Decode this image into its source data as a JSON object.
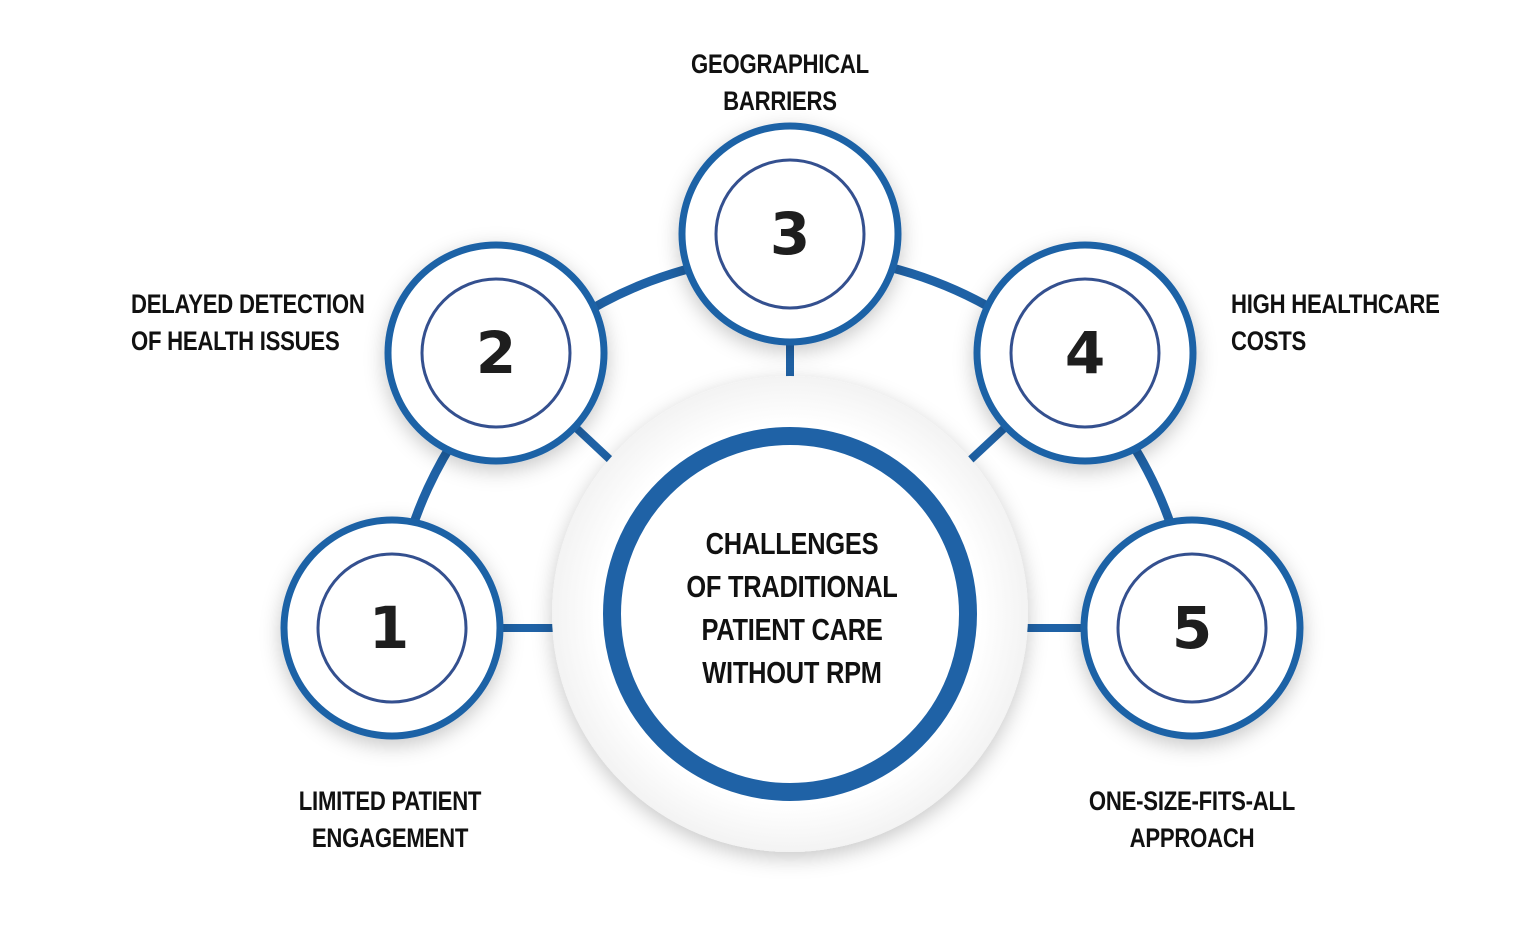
{
  "center": {
    "lines": [
      "CHALLENGES",
      "OF TRADITIONAL",
      "PATIENT CARE",
      "WITHOUT RPM"
    ]
  },
  "nodes": [
    {
      "number": "1",
      "label": [
        "LIMITED PATIENT",
        "ENGAGEMENT"
      ]
    },
    {
      "number": "2",
      "label": [
        "DELAYED DETECTION",
        "OF HEALTH ISSUES"
      ]
    },
    {
      "number": "3",
      "label": [
        "GEOGRAPHICAL",
        "BARRIERS"
      ]
    },
    {
      "number": "4",
      "label": [
        "HIGH HEALTHCARE",
        "COSTS"
      ]
    },
    {
      "number": "5",
      "label": [
        "ONE-SIZE-FITS-ALL",
        "APPROACH"
      ]
    }
  ],
  "colors": {
    "ring": "#1f62a6",
    "inner_ring": "#34508f",
    "text": "#111111"
  }
}
